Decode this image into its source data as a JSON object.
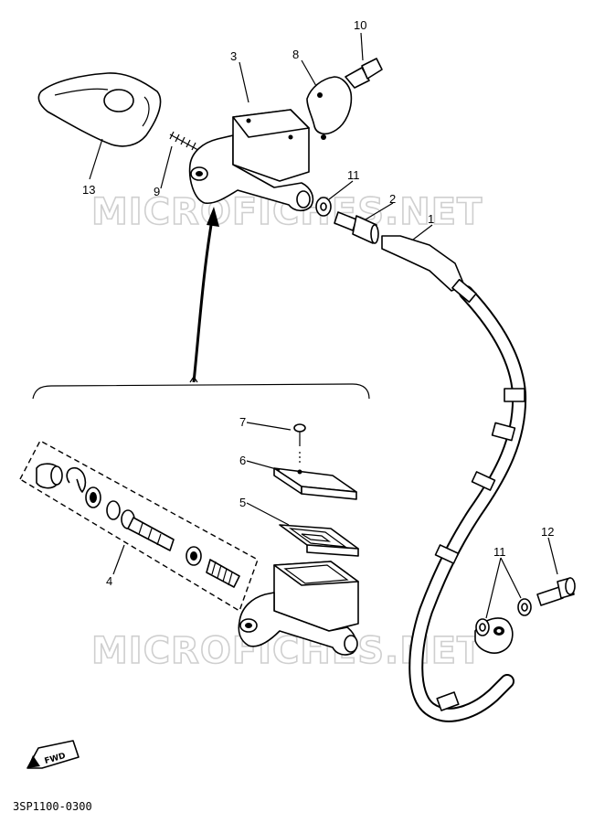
{
  "watermark": "MICROFICHES.NET",
  "diagram_code": "3SP1100-0300",
  "fwd_label": "FWD",
  "callouts": {
    "c1": "1",
    "c2": "2",
    "c3": "3",
    "c4": "4",
    "c5": "5",
    "c6": "6",
    "c7": "7",
    "c8": "8",
    "c9": "9",
    "c10": "10",
    "c11a": "11",
    "c11b": "11",
    "c12": "12",
    "c13": "13"
  }
}
